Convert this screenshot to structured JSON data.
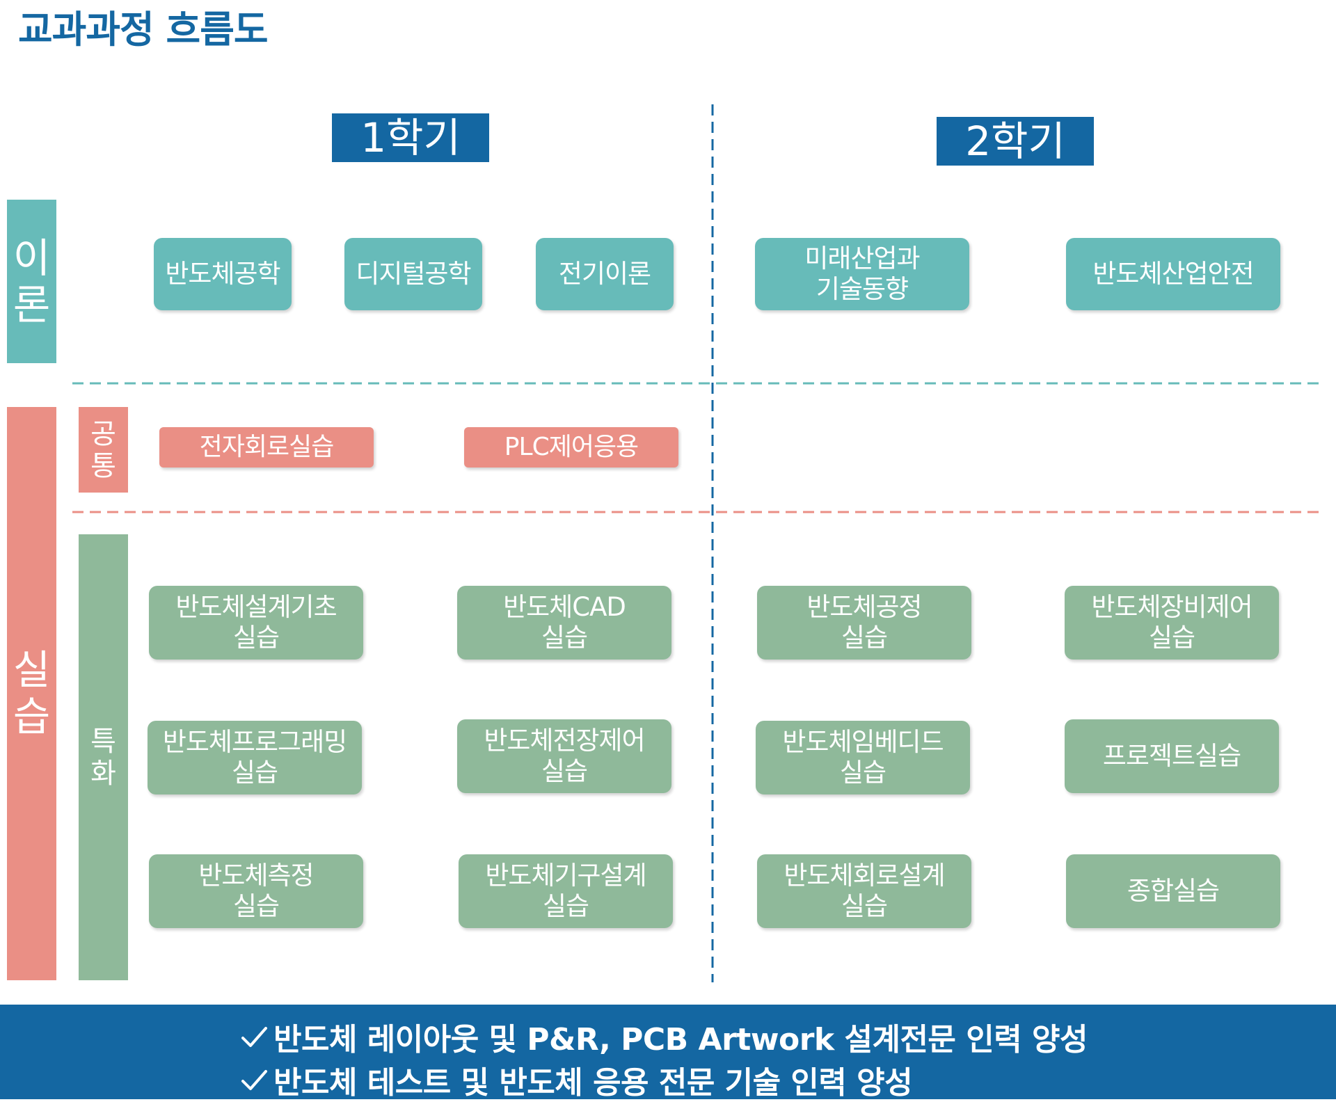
{
  "title": "교과과정 흐름도",
  "semesters": {
    "first": "1학기",
    "second": "2학기"
  },
  "side": {
    "theory": [
      "이",
      "론"
    ],
    "practice": [
      "실",
      "습"
    ],
    "common": [
      "공",
      "통"
    ],
    "special": [
      "특",
      "화"
    ]
  },
  "theory": {
    "sem1": [
      [
        "반도체공학"
      ],
      [
        "디지털공학"
      ],
      [
        "전기이론"
      ]
    ],
    "sem2": [
      [
        "미래산업과",
        "기술동향"
      ],
      [
        "반도체산업안전"
      ]
    ]
  },
  "common": [
    [
      "전자회로실습"
    ],
    [
      "PLC제어응용"
    ]
  ],
  "special": {
    "sem1": [
      [
        "반도체설계기초",
        "실습"
      ],
      [
        "반도체CAD",
        "실습"
      ],
      [
        "반도체프로그래밍",
        "실습"
      ],
      [
        "반도체전장제어",
        "실습"
      ],
      [
        "반도체측정",
        "실습"
      ],
      [
        "반도체기구설계",
        "실습"
      ]
    ],
    "sem2": [
      [
        "반도체공정",
        "실습"
      ],
      [
        "반도체장비제어",
        "실습"
      ],
      [
        "반도체임베디드",
        "실습"
      ],
      [
        "프로젝트실습"
      ],
      [
        "반도체회로설계",
        "실습"
      ],
      [
        "종합실습"
      ]
    ]
  },
  "footer": {
    "line1": "반도체 레이아웃 및 P&R, PCB Artwork 설계전문 인력 양성",
    "line2": "반도체 테스트 및 반도체 응용 전문 기술 인력 양성"
  },
  "colors": {
    "primary": "#1467a2",
    "theory": "#67bbb9",
    "common": "#ea8f85",
    "special": "#8fb99a"
  }
}
